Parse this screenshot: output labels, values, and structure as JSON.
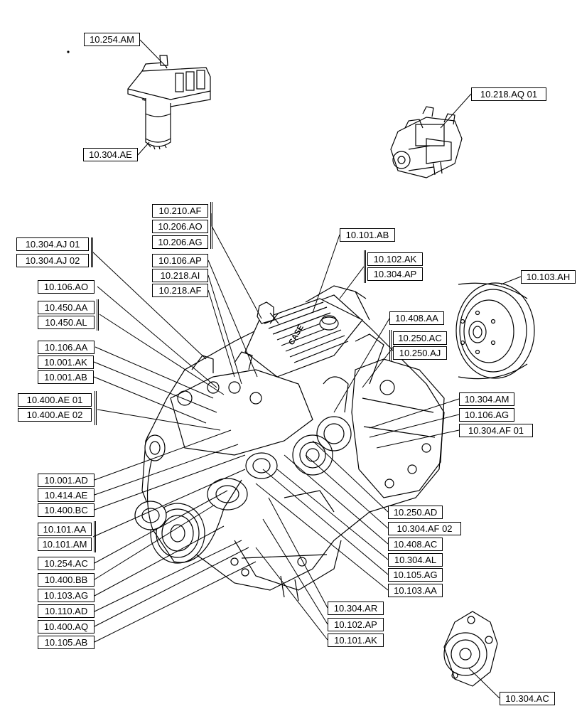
{
  "labels": {
    "l_254_am": "10.254.AM",
    "l_304_ae": "10.304.AE",
    "l_218_aq01": "10.218.AQ 01",
    "l_210_af": "10.210.AF",
    "l_206_ao": "10.206.AO",
    "l_206_ag": "10.206.AG",
    "l_304_aj01": "10.304.AJ 01",
    "l_304_aj02": "10.304.AJ 02",
    "l_106_ap": "10.106.AP",
    "l_218_ai": "10.218.AI",
    "l_218_af": "10.218.AF",
    "l_106_ao": "10.106.AO",
    "l_450_aa": "10.450.AA",
    "l_450_al": "10.450.AL",
    "l_106_aa": "10.106.AA",
    "l_001_ak": "10.001.AK",
    "l_001_ab": "10.001.AB",
    "l_400_ae01": "10.400.AE 01",
    "l_400_ae02": "10.400.AE 02",
    "l_001_ad": "10.001.AD",
    "l_414_ae": "10.414.AE",
    "l_400_bc": "10.400.BC",
    "l_101_aa": "10.101.AA",
    "l_101_am": "10.101.AM",
    "l_254_ac": "10.254.AC",
    "l_400_bb": "10.400.BB",
    "l_103_ag": "10.103.AG",
    "l_110_ad": "10.110.AD",
    "l_400_aq": "10.400.AQ",
    "l_105_ab": "10.105.AB",
    "l_101_ab": "10.101.AB",
    "l_102_ak": "10.102.AK",
    "l_304_ap": "10.304.AP",
    "l_103_ah": "10.103.AH",
    "l_408_aa": "10.408.AA",
    "l_250_ac": "10.250.AC",
    "l_250_aj": "10.250.AJ",
    "l_304_am": "10.304.AM",
    "l_106_ag": "10.106.AG",
    "l_304_af01": "10.304.AF 01",
    "l_250_ad": "10.250.AD",
    "l_304_af02": "10.304.AF 02",
    "l_408_ac": "10.408.AC",
    "l_304_al": "10.304.AL",
    "l_105_ag": "10.105.AG",
    "l_103_aa": "10.103.AA",
    "l_304_ar": "10.304.AR",
    "l_102_ap": "10.102.AP",
    "l_101_ak": "10.101.AK",
    "l_304_ac": "10.304.AC"
  },
  "drawing": {
    "logo_text": "CASE",
    "ink_color": "#000000",
    "paper_color": "#ffffff"
  }
}
